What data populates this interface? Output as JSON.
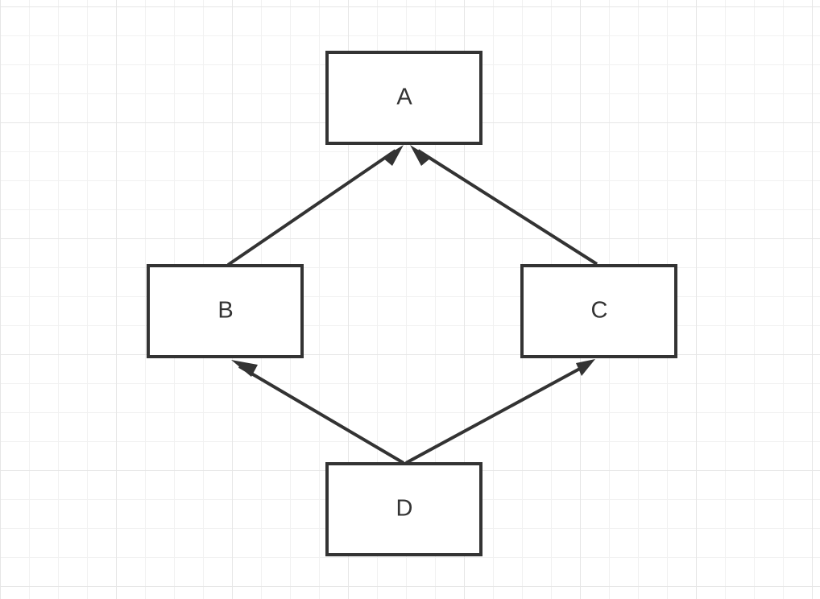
{
  "nodes": [
    {
      "id": "A",
      "label": "A"
    },
    {
      "id": "B",
      "label": "B"
    },
    {
      "id": "C",
      "label": "C"
    },
    {
      "id": "D",
      "label": "D"
    }
  ],
  "edges": [
    {
      "from": "B",
      "to": "A"
    },
    {
      "from": "C",
      "to": "A"
    },
    {
      "from": "D",
      "to": "B"
    },
    {
      "from": "D",
      "to": "C"
    }
  ],
  "colors": {
    "stroke": "#333333",
    "grid": "#e6e6e6",
    "background": "#ffffff"
  }
}
